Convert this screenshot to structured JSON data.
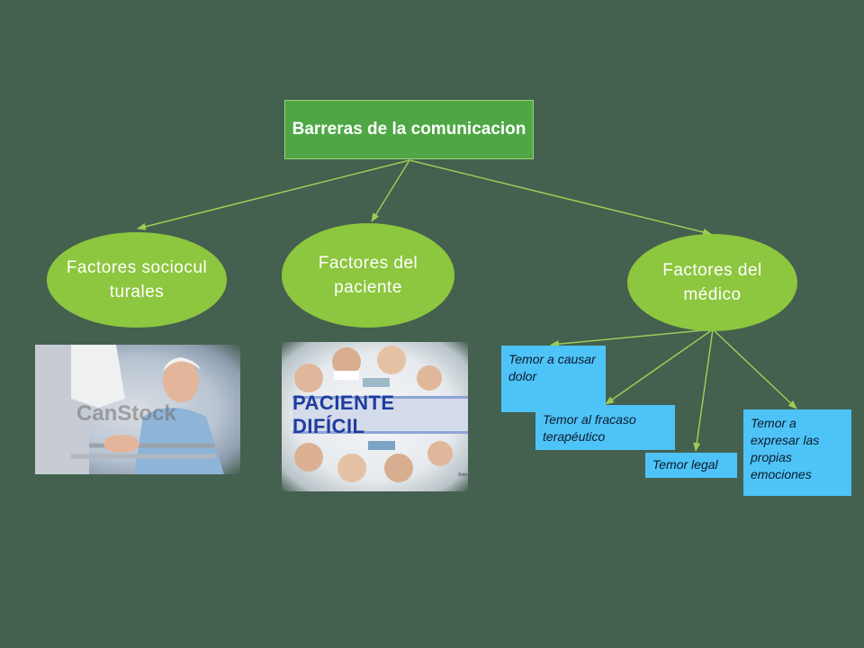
{
  "colors": {
    "background": "#44604f",
    "root_fill": "#4ea744",
    "oval_fill": "#8dc63f",
    "box_fill": "#4ec3f7",
    "connector": "#9acd55"
  },
  "root": {
    "label": "Barreras de la comunicacion"
  },
  "branches": [
    {
      "label": "Factores socioculturales"
    },
    {
      "label": "Factores del paciente"
    },
    {
      "label": "Factores del médico"
    }
  ],
  "images": {
    "elderly_watermark": "CanStock",
    "difficult_patient_banner": "PACIENTE DIFÍCIL",
    "difficult_patient_small_text": "Soto"
  },
  "medico_factors": [
    {
      "label": "Temor a causar dolor"
    },
    {
      "label": "Temor al fracaso terapéutico"
    },
    {
      "label": "Temor legal"
    },
    {
      "label": "Temor a expresar las propias emociones"
    }
  ]
}
